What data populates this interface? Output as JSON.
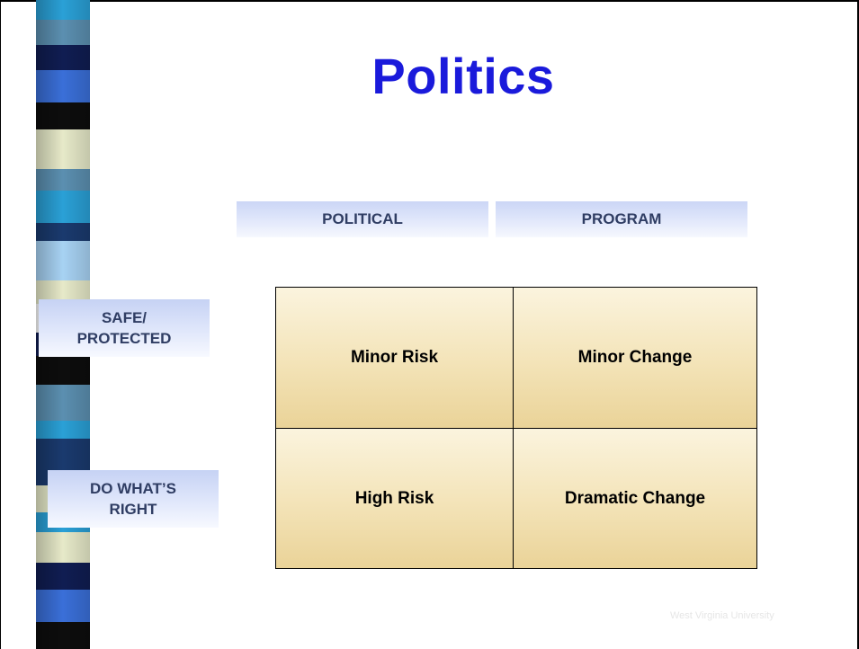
{
  "slide": {
    "title": "Politics",
    "column_headers": [
      "POLITICAL",
      "PROGRAM"
    ],
    "row_labels": [
      {
        "line1": "SAFE/",
        "line2": "PROTECTED"
      },
      {
        "line1": "DO WHAT’S",
        "line2": "RIGHT"
      }
    ],
    "matrix": [
      [
        "Minor Risk",
        "Minor Change"
      ],
      [
        "High Risk",
        "Dramatic Change"
      ]
    ],
    "footer": "West Virginia University"
  },
  "colors": {
    "title": "#1a1adb",
    "header_text": "#2f3d63",
    "cell_top": "#fbf4de",
    "cell_bottom": "#ead398",
    "stripes": [
      "#101d52",
      "#3a6fd8",
      "#0d0d0d",
      "#e6e9c8",
      "#5b8fb0",
      "#2aa0d6",
      "#1a3a6e",
      "#a7d2f3",
      "#ffffff"
    ]
  }
}
